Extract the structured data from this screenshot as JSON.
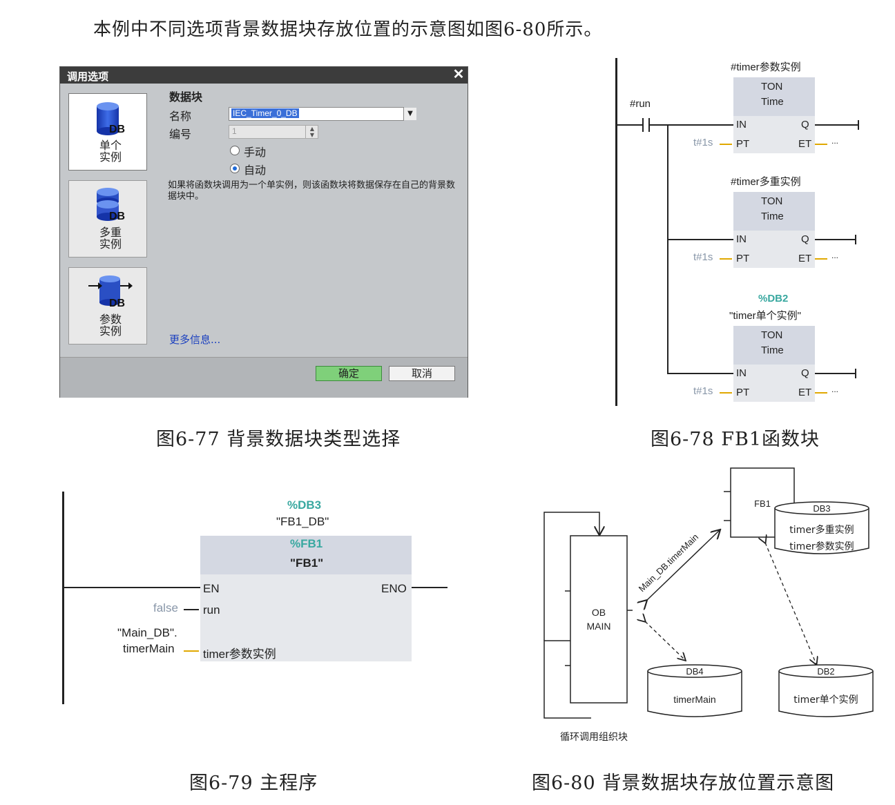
{
  "intro": "本例中不同选项背景数据块存放位置的示意图如图6-80所示。",
  "dialog": {
    "title": "调用选项",
    "close": "✕",
    "options": [
      {
        "icon": "DB",
        "label": "单个实例"
      },
      {
        "icon": "DB",
        "label": "多重实例"
      },
      {
        "icon": "DB",
        "label": "参数实例"
      }
    ],
    "section_title": "数据块",
    "name_label": "名称",
    "name_value": "IEC_Timer_0_DB",
    "number_label": "编号",
    "number_value": "1",
    "radio_manual": "手动",
    "radio_auto": "自动",
    "description": "如果将函数块调用为一个单实例，则该函数块将数据保存在自己的背景数据块中。",
    "more_info": "更多信息...",
    "ok": "确定",
    "cancel": "取消"
  },
  "fig77_caption": "图6-77  背景数据块类型选择",
  "fig78": {
    "caption": "图6-78 FB1函数块",
    "contact_label": "#run",
    "blocks": [
      {
        "top_label": "#timer参数实例",
        "type": "TON",
        "subtype": "Time",
        "in": "IN",
        "q": "Q",
        "pt": "PT",
        "et": "ET",
        "pt_val": "t#1s",
        "et_val": "..."
      },
      {
        "top_label": "#timer多重实例",
        "type": "TON",
        "subtype": "Time",
        "in": "IN",
        "q": "Q",
        "pt": "PT",
        "et": "ET",
        "pt_val": "t#1s",
        "et_val": "..."
      },
      {
        "db_label": "%DB2",
        "top_label": "\"timer单个实例\"",
        "type": "TON",
        "subtype": "Time",
        "in": "IN",
        "q": "Q",
        "pt": "PT",
        "et": "ET",
        "pt_val": "t#1s",
        "et_val": "..."
      }
    ]
  },
  "fig79": {
    "caption": "图6-79  主程序",
    "db_label": "%DB3",
    "db_name": "\"FB1_DB\"",
    "fb_label": "%FB1",
    "fb_name": "\"FB1\"",
    "en": "EN",
    "eno": "ENO",
    "run_pin": "run",
    "run_val": "false",
    "param_pin": "timer参数实例",
    "param_val_1": "\"Main_DB\".",
    "param_val_2": "timerMain"
  },
  "fig80": {
    "caption": "图6-80  背景数据块存放位置示意图",
    "ob_1": "OB",
    "ob_2": "MAIN",
    "fb1": "FB1",
    "arrow_label": "Main_DB.timerMain",
    "db3_title": "DB3",
    "db3_line1": "timer多重实例",
    "db3_line2": "timer参数实例",
    "db4_title": "DB4",
    "db4_line1": "timerMain",
    "db2_title": "DB2",
    "db2_line1": "timer单个实例",
    "loop_label": "循环调用组织块"
  }
}
